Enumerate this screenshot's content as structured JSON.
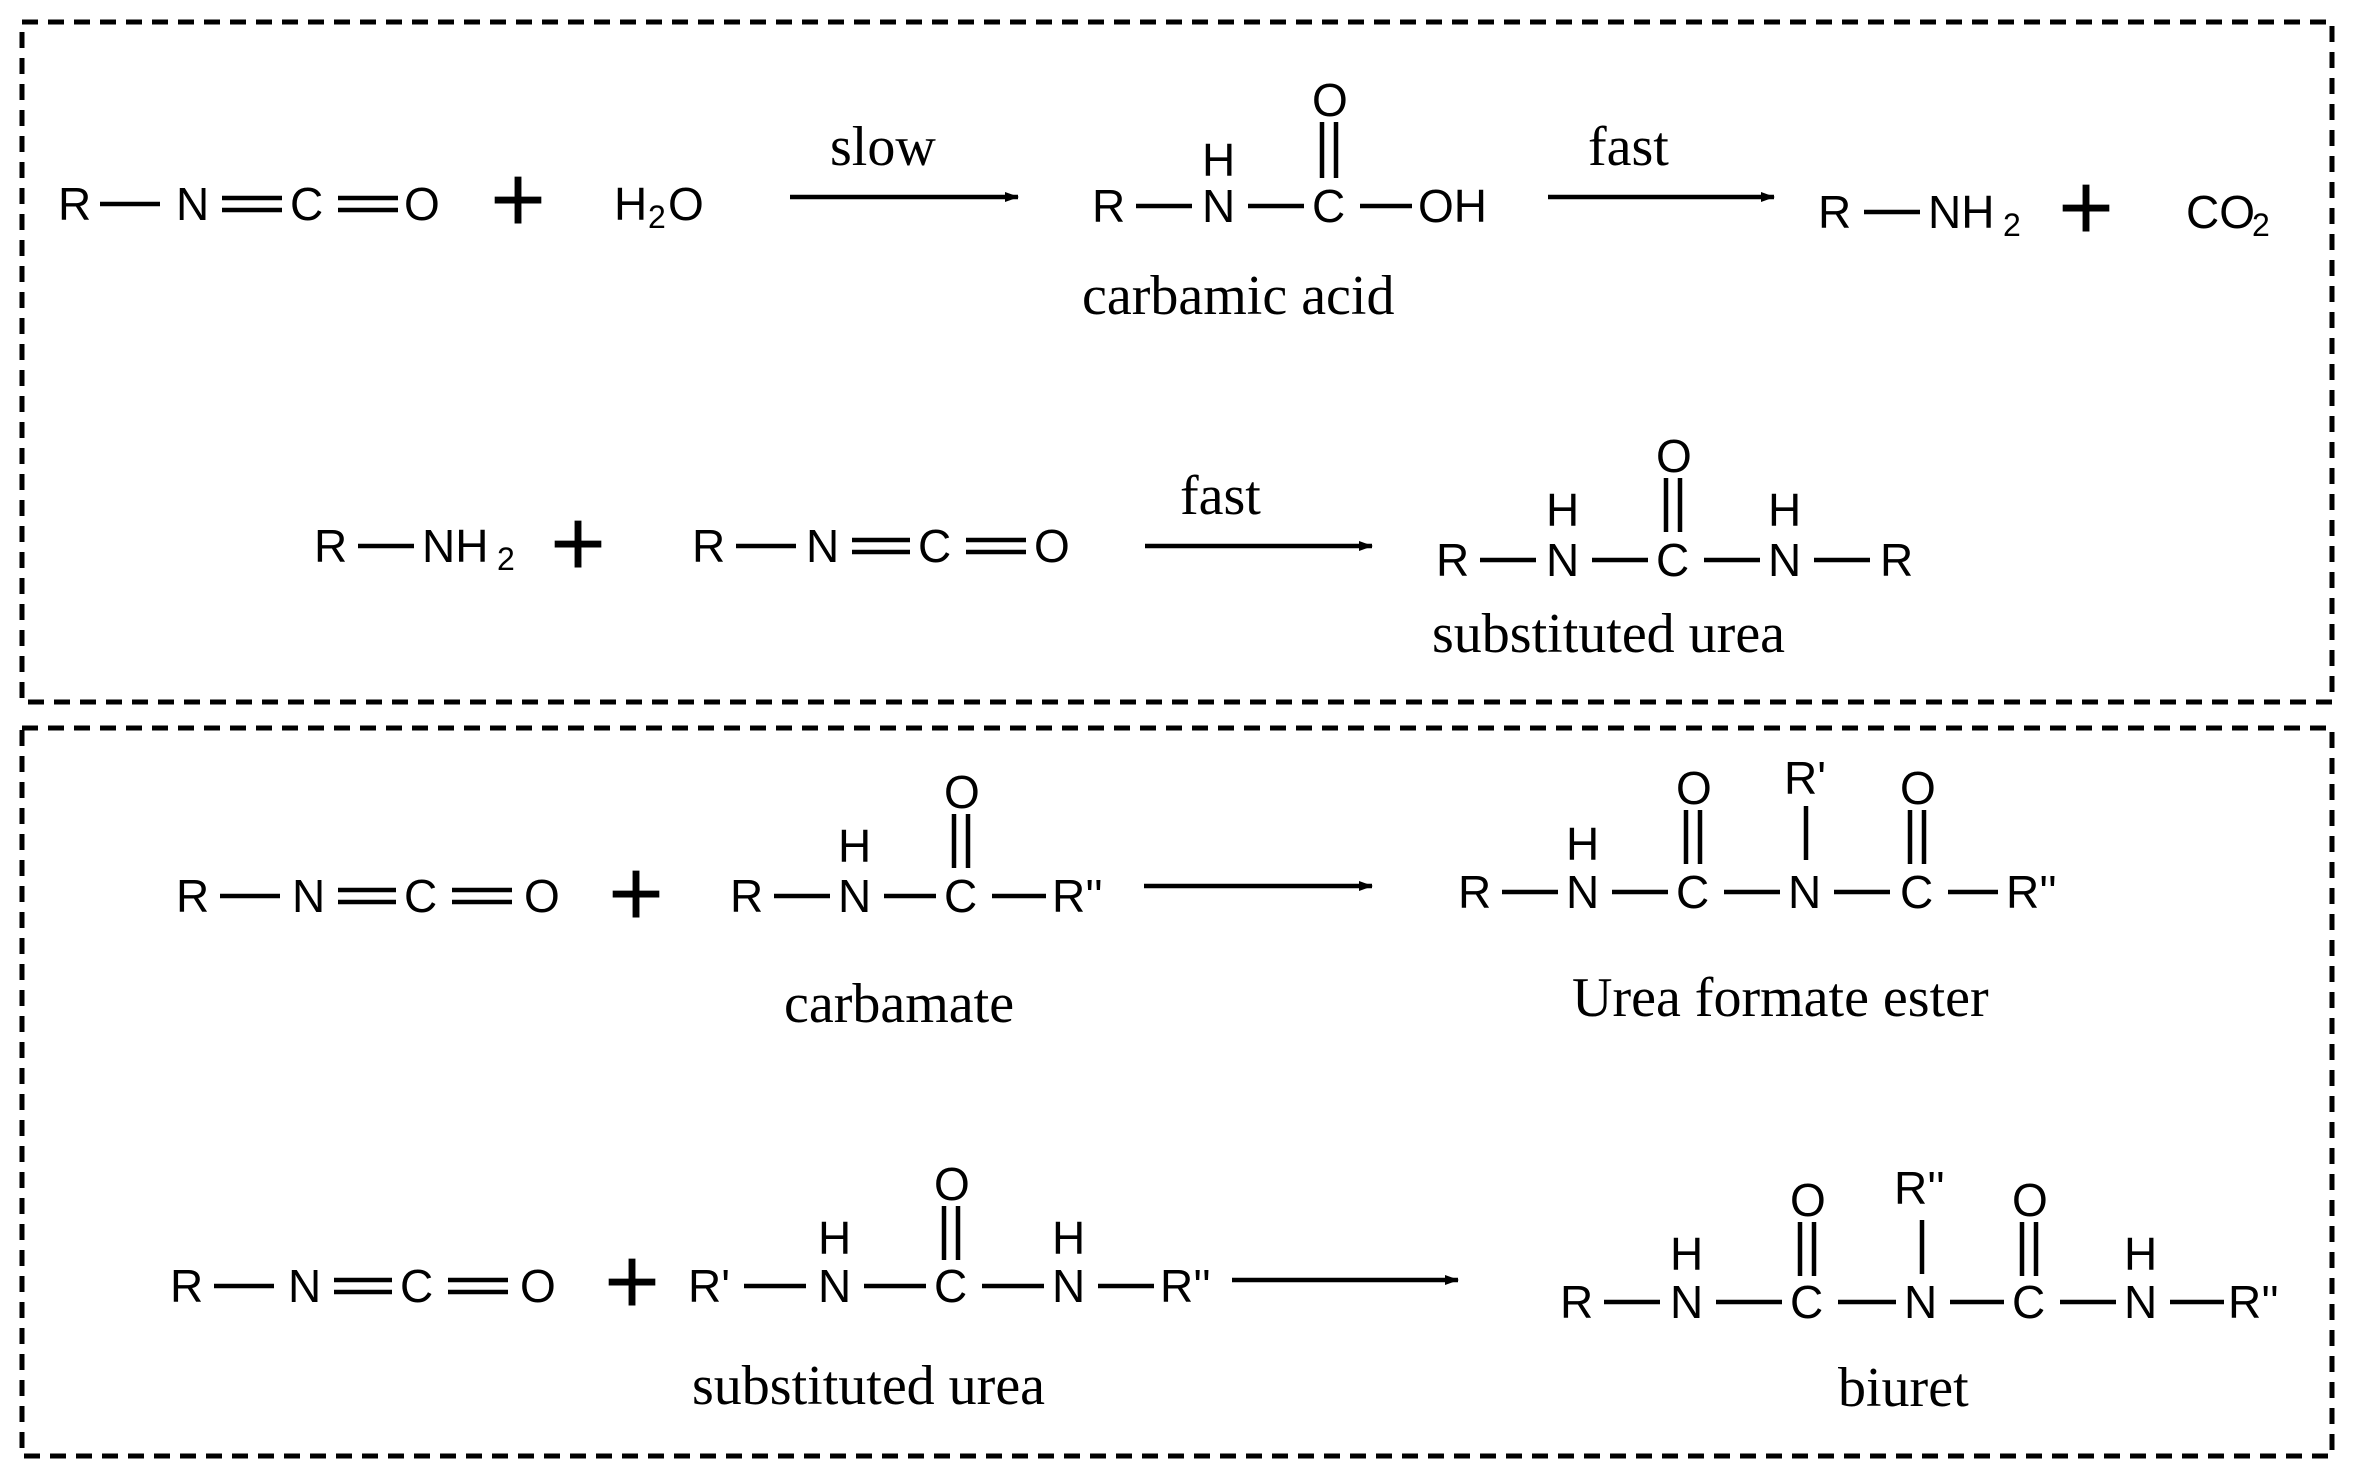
{
  "atoms": {
    "R": "R",
    "R1": "R'",
    "R2": "R''",
    "N": "N",
    "C": "C",
    "O": "O",
    "H": "H",
    "OH": "OH",
    "NH": "NH",
    "CO": "CO",
    "sub2": "2"
  },
  "symbols": {
    "plus": "+"
  },
  "arrow_labels": {
    "slow": "slow",
    "fast": "fast"
  },
  "compound_names": {
    "carbamic_acid": "carbamic acid",
    "substituted_urea": "substituted urea",
    "carbamate": "carbamate",
    "urea_formate_ester": "Urea formate ester",
    "biuret": "biuret"
  }
}
